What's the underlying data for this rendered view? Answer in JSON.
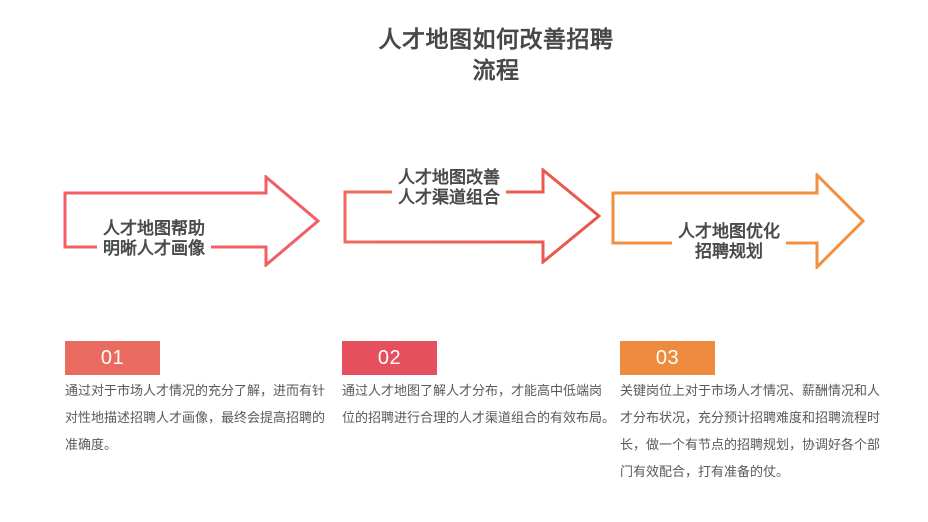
{
  "slide": {
    "title": "人才地图如何改善招聘\n流程",
    "colors": {
      "title_text": "#484848",
      "label_text": "#4a4a4a",
      "body_text": "#595959"
    },
    "arrows": [
      {
        "label": "人才地图帮助\n明晰人才画像",
        "color": "#f15f63"
      },
      {
        "label": "人才地图改善\n人才渠道组合",
        "color_start": "#f0695f",
        "color_end": "#e8564c"
      },
      {
        "label": "人才地图优化\n招聘规划",
        "color": "#f3903f"
      }
    ],
    "steps": [
      {
        "number": "01",
        "badge_color": "#e96a5e",
        "description": "通过对于市场人才情况的充分了解，进而有针\n对性地描述招聘人才画像，最终会提高招聘的\n准确度。"
      },
      {
        "number": "02",
        "badge_color": "#e64f5e",
        "description": "通过人才地图了解人才分布，才能高中低端岗\n位的招聘进行合理的人才渠道组合的有效布局。"
      },
      {
        "number": "03",
        "badge_color": "#ef8b3e",
        "description": "关键岗位上对于市场人才情况、薪酬情况和人\n才分布状况，充分预计招聘难度和招聘流程时\n长，做一个有节点的招聘规划，协调好各个部\n门有效配合，打有准备的仗。"
      }
    ]
  }
}
